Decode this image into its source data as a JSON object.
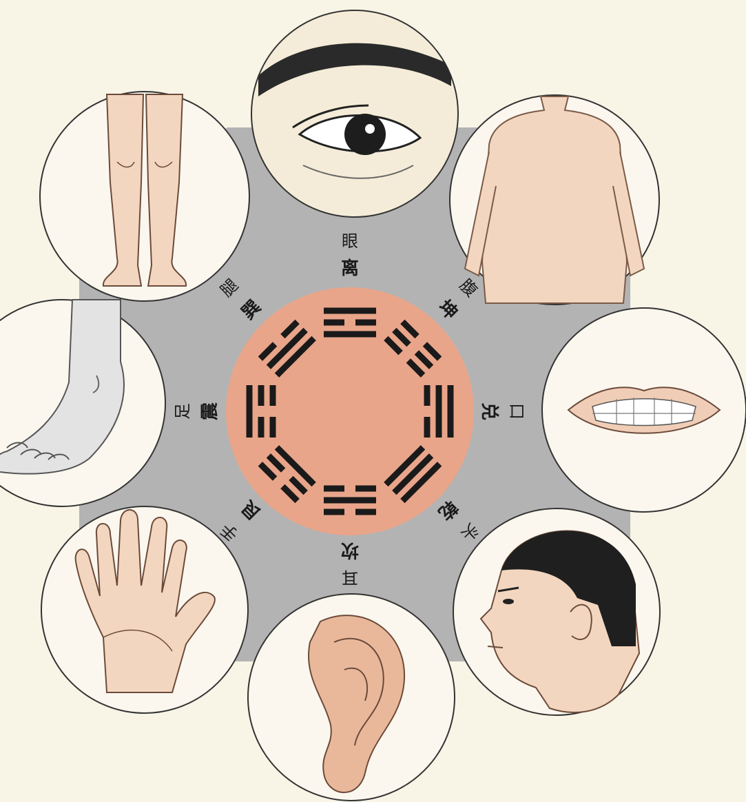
{
  "colors": {
    "background": "#f8f4e6",
    "ring": "#b3b3b3",
    "center_disc": "#e9a58a",
    "trigram_bar": "#1a1a1a",
    "skin": "#f3d6bf",
    "hair": "#1f1f1f",
    "sock": "#e3e3e3"
  },
  "trigrams": [
    {
      "id": "li",
      "name": "离",
      "body_part": "眼",
      "lines": [
        1,
        0,
        1
      ],
      "picture": "eye"
    },
    {
      "id": "kun",
      "name": "坤",
      "body_part": "腹",
      "lines": [
        0,
        0,
        0
      ],
      "picture": "torso"
    },
    {
      "id": "dui",
      "name": "兑",
      "body_part": "口",
      "lines": [
        0,
        1,
        1
      ],
      "picture": "mouth"
    },
    {
      "id": "qian",
      "name": "乾",
      "body_part": "头",
      "lines": [
        1,
        1,
        1
      ],
      "picture": "head"
    },
    {
      "id": "kan",
      "name": "坎",
      "body_part": "耳",
      "lines": [
        0,
        1,
        0
      ],
      "picture": "ear"
    },
    {
      "id": "gen",
      "name": "艮",
      "body_part": "手",
      "lines": [
        1,
        0,
        0
      ],
      "picture": "hand"
    },
    {
      "id": "zhen",
      "name": "震",
      "body_part": "足",
      "lines": [
        0,
        0,
        1
      ],
      "picture": "foot"
    },
    {
      "id": "xun",
      "name": "巽",
      "body_part": "腿",
      "lines": [
        1,
        1,
        0
      ],
      "picture": "legs"
    }
  ]
}
